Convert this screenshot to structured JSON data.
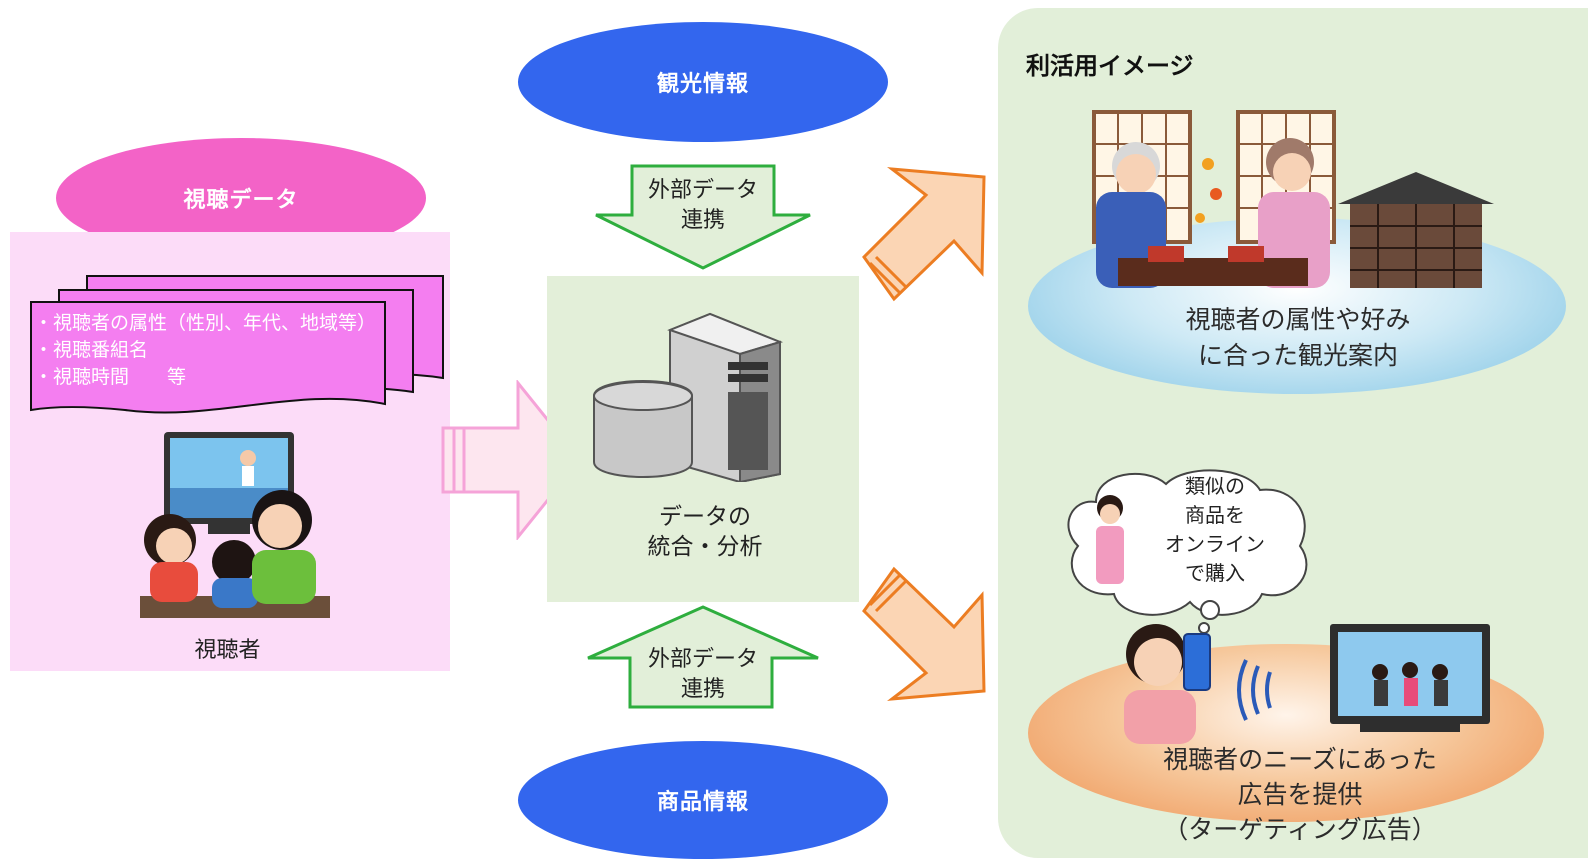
{
  "inputs": {
    "tourism_info": "観光情報",
    "product_info": "商品情報",
    "viewing_data": "視聴データ"
  },
  "viewing_data_panel": {
    "items": [
      "・視聴者の属性（性別、年代、地域等）",
      "・視聴番組名",
      "・視聴時間　　等"
    ],
    "viewer_label": "視聴者"
  },
  "center": {
    "external_link_top": [
      "外部データ",
      "連携"
    ],
    "external_link_bottom": [
      "外部データ",
      "連携"
    ],
    "integration_label": [
      "データの",
      "統合・分析"
    ]
  },
  "usage": {
    "title": "利活用イメージ",
    "tourism_caption": [
      "視聴者の属性や好み",
      "に合った観光案内"
    ],
    "thought_bubble": [
      "類似の",
      "商品を",
      "オンライン",
      "で購入"
    ],
    "ad_caption": [
      "視聴者のニーズにあった",
      "広告を提供",
      "（ターゲティング広告）"
    ]
  },
  "colors": {
    "ellipse_blue": "#3366ee",
    "ellipse_pink": "#f363c7",
    "viewing_panel_bg": "#fcdcf8",
    "doc_fill": "#f47ef0",
    "green_panel_bg": "#e2efd9",
    "green_arrow_border": "#2eae3e",
    "orange_arrow": "#ec7d22",
    "pink_arrow_fill": "#fde6ef"
  }
}
